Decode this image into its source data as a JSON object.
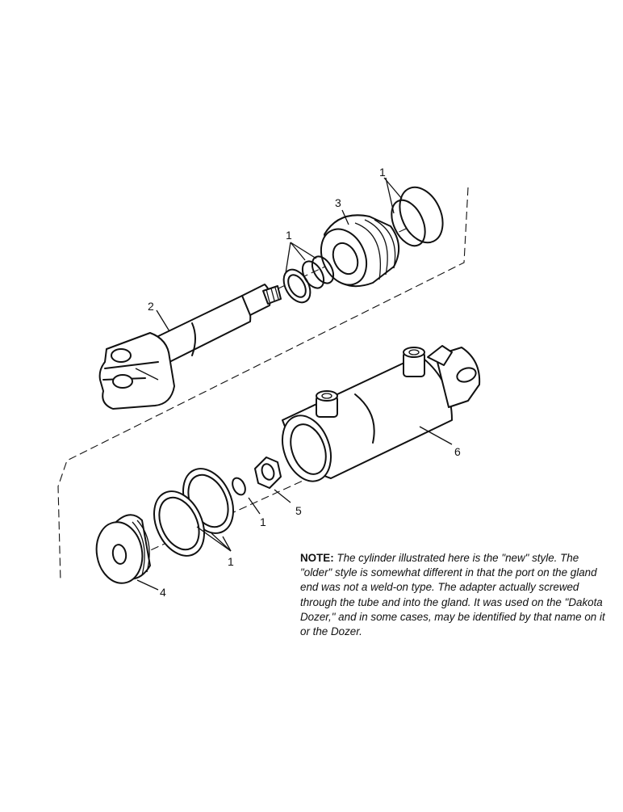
{
  "callouts": {
    "c1_top": "1",
    "c3": "3",
    "c1_mid": "1",
    "c2": "2",
    "c6": "6",
    "c1_oring": "1",
    "c5": "5",
    "c1_bottom": "1",
    "c4": "4"
  },
  "note": {
    "label": "NOTE:",
    "text": "The cylinder illustrated here is the \"new\" style. The \"older\" style is somewhat different in that the port on the gland end was not a weld-on type. The adapter actually screwed through the tube and into the gland. It was used on the \"Dakota Dozer,\" and in some cases, may be identified by that name on it or the Dozer."
  }
}
